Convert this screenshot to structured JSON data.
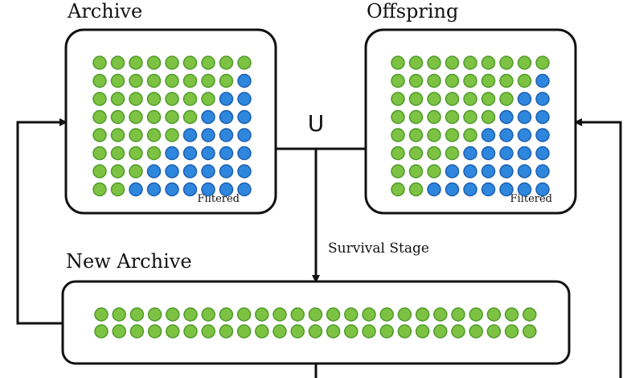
{
  "archive": {
    "title": "Archive",
    "filtered_label": "Filtered",
    "grid_rows": [
      [
        0,
        0,
        0,
        0,
        0,
        0,
        0,
        0,
        0
      ],
      [
        0,
        0,
        0,
        0,
        0,
        0,
        0,
        0,
        1
      ],
      [
        0,
        0,
        0,
        0,
        0,
        0,
        0,
        1,
        1
      ],
      [
        0,
        0,
        0,
        0,
        0,
        0,
        1,
        1,
        1
      ],
      [
        0,
        0,
        0,
        0,
        0,
        1,
        1,
        1,
        1
      ],
      [
        0,
        0,
        0,
        0,
        1,
        1,
        1,
        1,
        1
      ],
      [
        0,
        0,
        0,
        1,
        1,
        1,
        1,
        1,
        1
      ],
      [
        0,
        0,
        1,
        1,
        1,
        1,
        1,
        1,
        1
      ]
    ]
  },
  "offspring": {
    "title": "Offspring",
    "filtered_label": "Filtered",
    "grid_rows": [
      [
        0,
        0,
        0,
        0,
        0,
        0,
        0,
        0,
        0
      ],
      [
        0,
        0,
        0,
        0,
        0,
        0,
        0,
        0,
        1
      ],
      [
        0,
        0,
        0,
        0,
        0,
        0,
        0,
        1,
        1
      ],
      [
        0,
        0,
        0,
        0,
        0,
        0,
        1,
        1,
        1
      ],
      [
        0,
        0,
        0,
        0,
        0,
        1,
        1,
        1,
        1
      ],
      [
        0,
        0,
        0,
        0,
        1,
        1,
        1,
        1,
        1
      ],
      [
        0,
        0,
        0,
        1,
        1,
        1,
        1,
        1,
        1
      ],
      [
        0,
        0,
        1,
        1,
        1,
        1,
        1,
        1,
        1
      ]
    ]
  },
  "union_symbol": "U",
  "survival_stage_label": "Survival Stage",
  "new_archive": {
    "title": "New Archive",
    "rows": 2,
    "cols": 25
  },
  "colors": {
    "green": "#7dc242",
    "green_stroke": "#4e9a2a",
    "blue": "#2f86dd",
    "blue_stroke": "#1b5fb0"
  }
}
